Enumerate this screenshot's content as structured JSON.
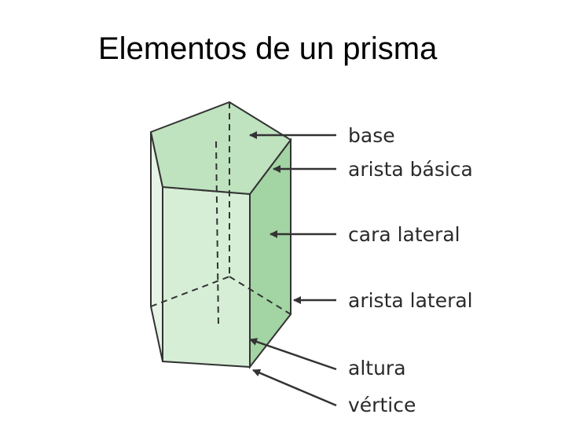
{
  "title": "Elementos de un prisma",
  "labels": {
    "base": "base",
    "arista_basica": "arista básica",
    "cara_lateral": "cara lateral",
    "arista_lateral": "arista lateral",
    "altura": "altura",
    "vertice": "vértice"
  },
  "colors": {
    "top_face": "#bfe2bf",
    "front_face": "#d6eed6",
    "right_face": "#a3d4a3",
    "left_face": "#e6f4e6",
    "edge": "#333333",
    "text": "#2a2a2a"
  }
}
